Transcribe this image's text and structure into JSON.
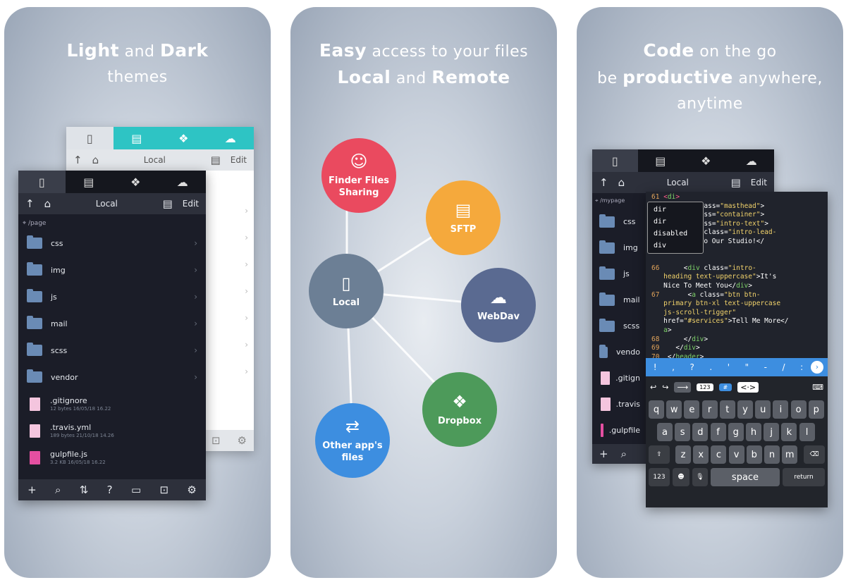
{
  "panel1": {
    "title_strong1": "Light",
    "title_mid": "and",
    "title_strong2": "Dark",
    "title_line2": "themes",
    "light": {
      "location": "Local",
      "edit": "Edit"
    },
    "dark": {
      "location": "Local",
      "edit": "Edit",
      "path": "/page",
      "folders": [
        "css",
        "img",
        "js",
        "mail",
        "scss",
        "vendor"
      ],
      "files": [
        {
          "name": ".gitignore",
          "meta": "12 bytes 16/05/18 16.22"
        },
        {
          "name": ".travis.yml",
          "meta": "189 bytes 21/10/18 14.26"
        },
        {
          "name": "gulpfile.js",
          "meta": "3.2 KB 16/05/18 16.22"
        }
      ],
      "toolbar": [
        "+",
        "⌕",
        "⇅",
        "?",
        "▭",
        "⊡",
        "⚙"
      ]
    }
  },
  "panel2": {
    "line1_strong": "Easy",
    "line1_rest": "access to your files",
    "line2_strong1": "Local",
    "line2_mid": "and",
    "line2_strong2": "Remote",
    "nodes": {
      "finder": "Finder Files\nSharing",
      "sftp": "SFTP",
      "local": "Local",
      "webdav": "WebDav",
      "dropbox": "Dropbox",
      "other": "Other app's\nfiles"
    }
  },
  "panel3": {
    "line1_strong": "Code",
    "line1_rest": "on the go",
    "line2_pre": "be",
    "line2_strong": "productive",
    "line2_rest": "anywhere,",
    "line3": "anytime",
    "location": "Local",
    "edit": "Edit",
    "path": "/mypage",
    "sidebar": [
      "css",
      "img",
      "js",
      "mail",
      "scss",
      "vendo",
      ".gitign",
      ".travis",
      ".gulpfile"
    ],
    "autocomplete": [
      "dir",
      "dir",
      "disabled",
      "div"
    ],
    "accessory": [
      "!",
      ",",
      "?",
      ".",
      "'",
      "\"",
      "-",
      "/",
      ":"
    ],
    "kbrow1": [
      "q",
      "w",
      "e",
      "r",
      "t",
      "y",
      "u",
      "i",
      "o",
      "p"
    ],
    "kbrow2": [
      "a",
      "s",
      "d",
      "f",
      "g",
      "h",
      "j",
      "k",
      "l"
    ],
    "kbrow3": [
      "z",
      "x",
      "c",
      "v",
      "b",
      "n",
      "m"
    ],
    "num": "123",
    "space": "space",
    "return": "return"
  },
  "colors": {
    "teal": "#2ec4c4",
    "finder": "#ea4a5f",
    "sftp": "#f5a93c",
    "local": "#6c7f95",
    "webdav": "#5a6a91",
    "dropbox": "#4d9a5a",
    "other": "#3d8ee0"
  }
}
